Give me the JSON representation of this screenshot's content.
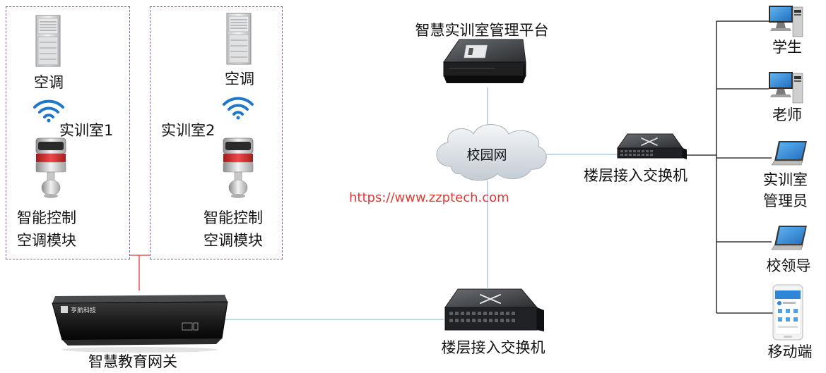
{
  "rooms": [
    {
      "room_label": "实训室1",
      "ac_label": "空调",
      "module_line1": "智能控制",
      "module_line2": "空调模块"
    },
    {
      "room_label": "实训室2",
      "ac_label": "空调",
      "module_line1": "智能控制",
      "module_line2": "空调模块"
    }
  ],
  "platform_label": "智慧实训室管理平台",
  "network_label": "校园网",
  "watermark": "https://www.zzptech.com",
  "gateway_label": "智慧教育网关",
  "gateway_brand": "亨航科技",
  "switch_bottom_label": "楼层接入交换机",
  "switch_right_label": "楼层接入交换机",
  "users": [
    {
      "line1": "学生",
      "line2": "",
      "device": "desktop"
    },
    {
      "line1": "老师",
      "line2": "",
      "device": "desktop"
    },
    {
      "line1": "实训室",
      "line2": "管理员",
      "device": "laptop"
    },
    {
      "line1": "校领导",
      "line2": "",
      "device": "laptop"
    },
    {
      "line1": "移动端",
      "line2": "",
      "device": "phone"
    }
  ],
  "colors": {
    "power_line": "#e23b3b",
    "network_line": "#9cc4de",
    "user_bus": "#111111",
    "zone_border": "#8e5aa6",
    "wifi": "#1f77c9",
    "watermark": "#e03a36"
  }
}
